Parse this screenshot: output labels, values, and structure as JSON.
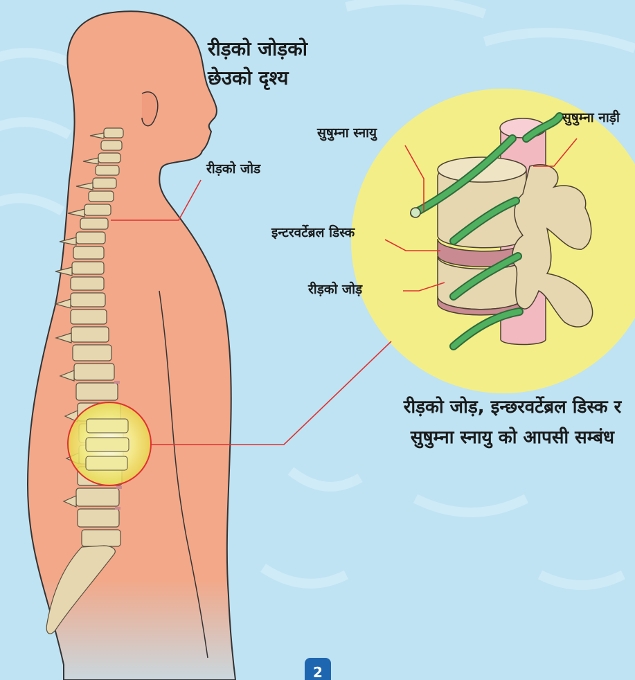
{
  "labels": {
    "side_view_title_line1": "रीड़को जोड़को",
    "side_view_title_line2": "छेउको दृश्य",
    "spinal_joint_left": "रीड़को जोड",
    "spinal_nerve": "सुषुम्ना स्नायु",
    "spinal_cord": "सुषुम्ना नाड़ी",
    "intervertebral_disc": "इन्टरवर्टेब्रल डिस्क",
    "spinal_joint_right": "रीड़को जोड़",
    "caption_line1": "रीड़को जोड़, इन्छरवर्टेब्रल डिस्क र",
    "caption_line2": "सुषुम्ना स्नायु को आपसी सम्बंध"
  },
  "page_number": "2",
  "colors": {
    "background": "#bfe3f3",
    "skin": "#f2a889",
    "vertebra": "#e6d7b0",
    "disc": "#c98a92",
    "nerve": "#3f9a55",
    "spinal_cord": "#f3b9c0",
    "zoom_circle": "#f3ee87",
    "leader_line": "#e03030",
    "page_badge": "#1f66b0"
  }
}
